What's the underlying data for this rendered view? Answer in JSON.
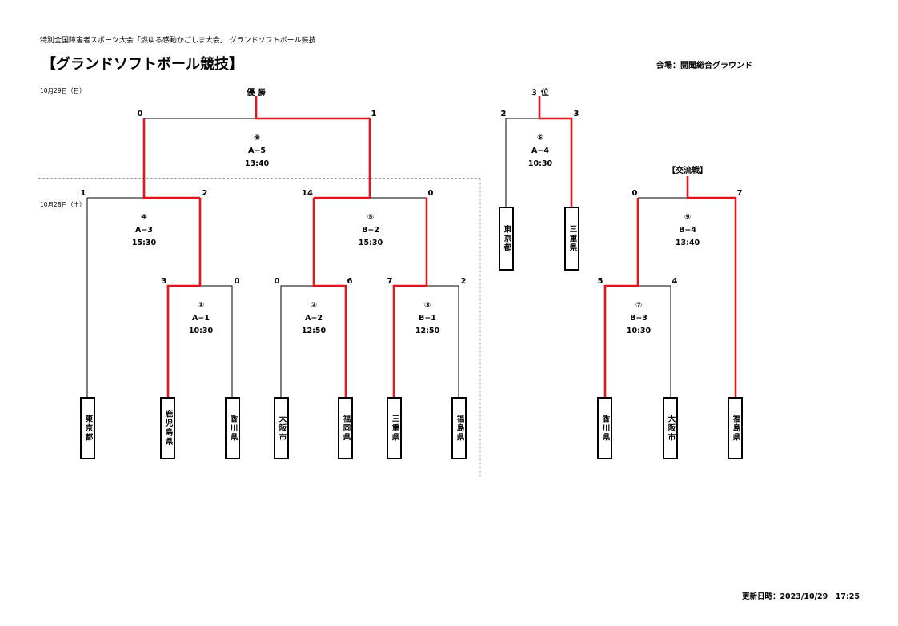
{
  "header": {
    "subtitle": "特別全国障害者スポーツ大会「燃ゆる感動かごしま大会」 グランドソフトボール競技",
    "title": "【グランドソフトボール競技】",
    "venue": "会場：開聞総合グラウンド"
  },
  "dates": {
    "day2": "10月29日（日）",
    "day1": "10月28日（土）"
  },
  "labels": {
    "champion": "優 勝",
    "third": "３ 位",
    "exchange": "【交流戦】"
  },
  "teams": {
    "t1": "東京都",
    "t2": "鹿児島県",
    "t3": "香川県",
    "t4": "大阪市",
    "t5": "福岡県",
    "t6": "三重県",
    "t7": "福島県",
    "t8": "東京都",
    "t9": "三重県",
    "t10": "香川県",
    "t11": "大阪市",
    "t12": "福島県"
  },
  "matches": {
    "m1": {
      "no": "①",
      "code": "A−1",
      "time": "10:30",
      "left_score": "3",
      "right_score": "0"
    },
    "m2": {
      "no": "②",
      "code": "A−2",
      "time": "12:50",
      "left_score": "0",
      "right_score": "6"
    },
    "m3": {
      "no": "③",
      "code": "B−1",
      "time": "12:50",
      "left_score": "7",
      "right_score": "2"
    },
    "m4": {
      "no": "④",
      "code": "A−3",
      "time": "15:30",
      "left_score": "1",
      "right_score": "2"
    },
    "m5": {
      "no": "⑤",
      "code": "B−2",
      "time": "15:30",
      "left_score": "14",
      "right_score": "0"
    },
    "m6": {
      "no": "⑥",
      "code": "A−4",
      "time": "10:30",
      "left_score": "2",
      "right_score": "3"
    },
    "m7": {
      "no": "⑦",
      "code": "B−3",
      "time": "10:30",
      "left_score": "5",
      "right_score": "4"
    },
    "m8": {
      "no": "⑧",
      "code": "A−5",
      "time": "13:40",
      "left_score": "0",
      "right_score": "1"
    },
    "m9": {
      "no": "⑨",
      "code": "B−4",
      "time": "13:40",
      "left_score": "0",
      "right_score": "7"
    }
  },
  "footer": {
    "updated": "更新日時：2023/10/29　17:25"
  },
  "colors": {
    "winner_line": "#e8141b",
    "line": "#000000",
    "divider": "#8a8a8a"
  }
}
